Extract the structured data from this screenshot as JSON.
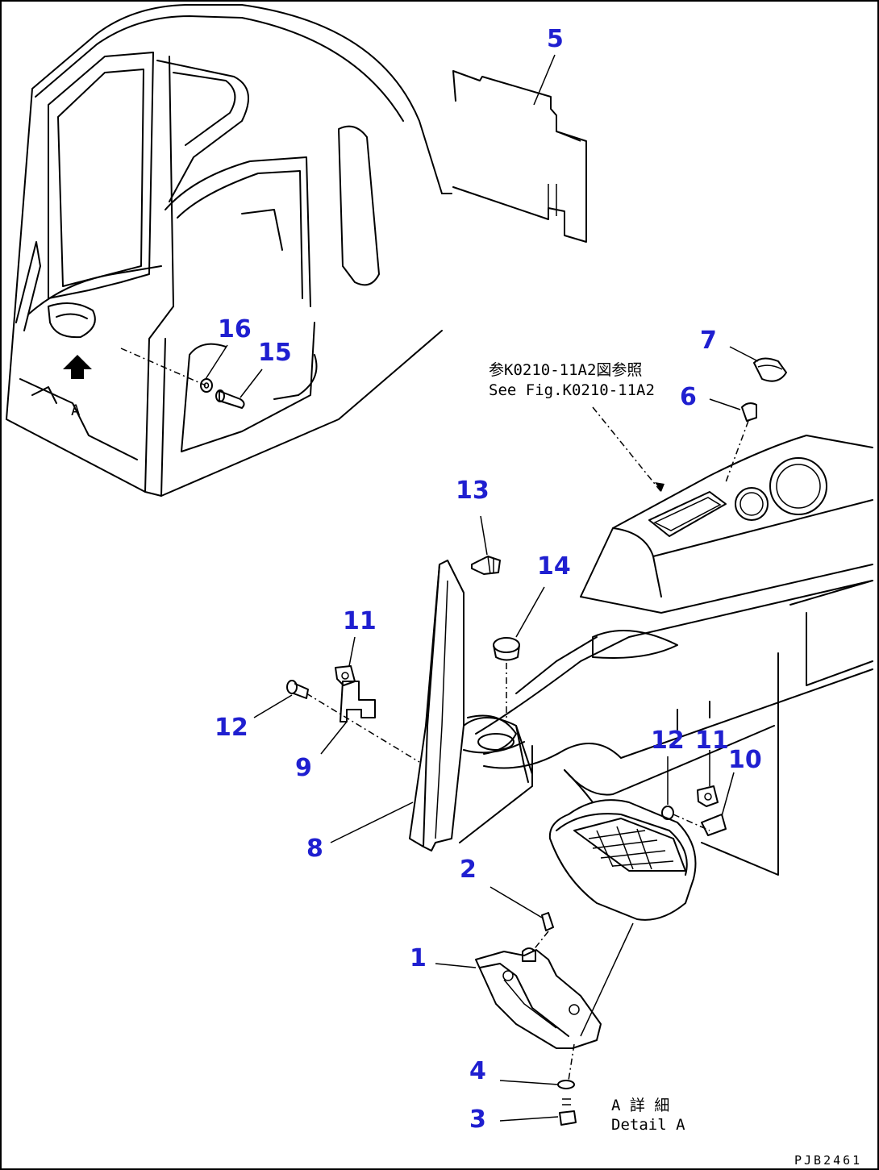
{
  "callouts": {
    "c1": "1",
    "c2": "2",
    "c3": "3",
    "c4": "4",
    "c5": "5",
    "c6": "6",
    "c7": "7",
    "c8": "8",
    "c9": "9",
    "c10": "10",
    "c11a": "11",
    "c11b": "11",
    "c12a": "12",
    "c12b": "12",
    "c13": "13",
    "c14": "14",
    "c15": "15",
    "c16": "16"
  },
  "view_letter": "A",
  "reference": {
    "line1": "参K0210-11A2図参照",
    "line2": "See Fig.K0210-11A2"
  },
  "detail": {
    "line1": "A 詳 細",
    "line2": "Detail A"
  },
  "drawing_code": "PJB2461",
  "colors": {
    "callout": "#1f1fd0",
    "line": "#000000"
  }
}
